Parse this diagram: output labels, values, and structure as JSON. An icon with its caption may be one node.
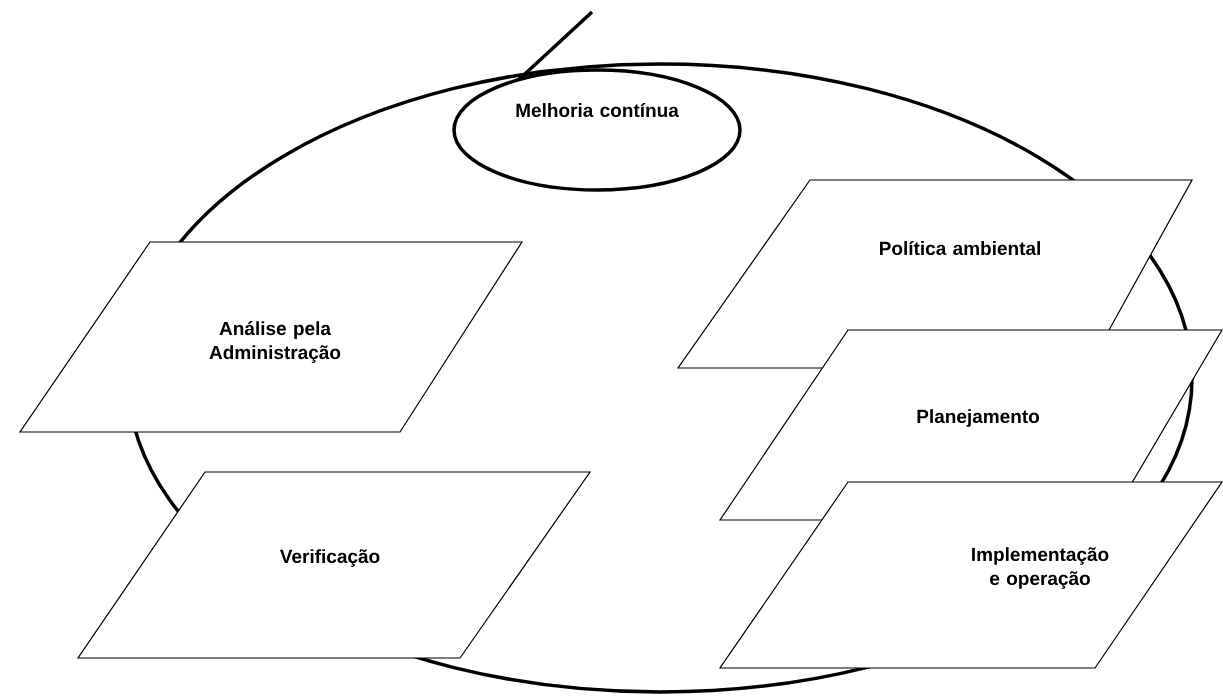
{
  "diagram": {
    "nodes": [
      {
        "text": [
          "Melhoria contínua"
        ]
      },
      {
        "text": [
          "Análise pela Administração"
        ]
      },
      {
        "text": [
          "Política ambiental"
        ]
      },
      {
        "text": [
          "Planejamento"
        ]
      },
      {
        "text": [
          "Verificação"
        ]
      },
      {
        "text": [
          "Implementação e operação"
        ]
      }
    ]
  }
}
